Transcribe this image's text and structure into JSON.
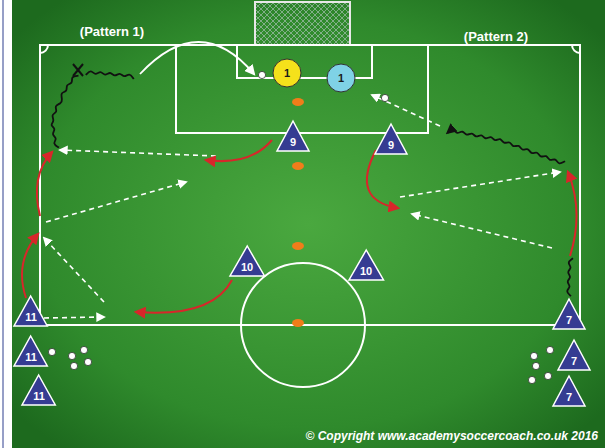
{
  "diagram": {
    "nodes": [
      {
        "text": [
          "1"
        ]
      },
      {
        "text": [
          "1"
        ]
      },
      {
        "text": [
          "9"
        ]
      },
      {
        "text": [
          "9"
        ]
      },
      {
        "text": [
          "10"
        ]
      },
      {
        "text": [
          "10"
        ]
      },
      {
        "text": [
          "11"
        ]
      },
      {
        "text": [
          "7"
        ]
      },
      {
        "text": [
          "11"
        ]
      },
      {
        "text": [
          "7"
        ]
      },
      {
        "text": [
          "11"
        ]
      },
      {
        "text": [
          "7"
        ]
      }
    ],
    "labels": [
      "(Pattern 1)",
      "(Pattern 2)",
      "© Copyright www.academysoccercoach.co.uk 2016"
    ]
  }
}
